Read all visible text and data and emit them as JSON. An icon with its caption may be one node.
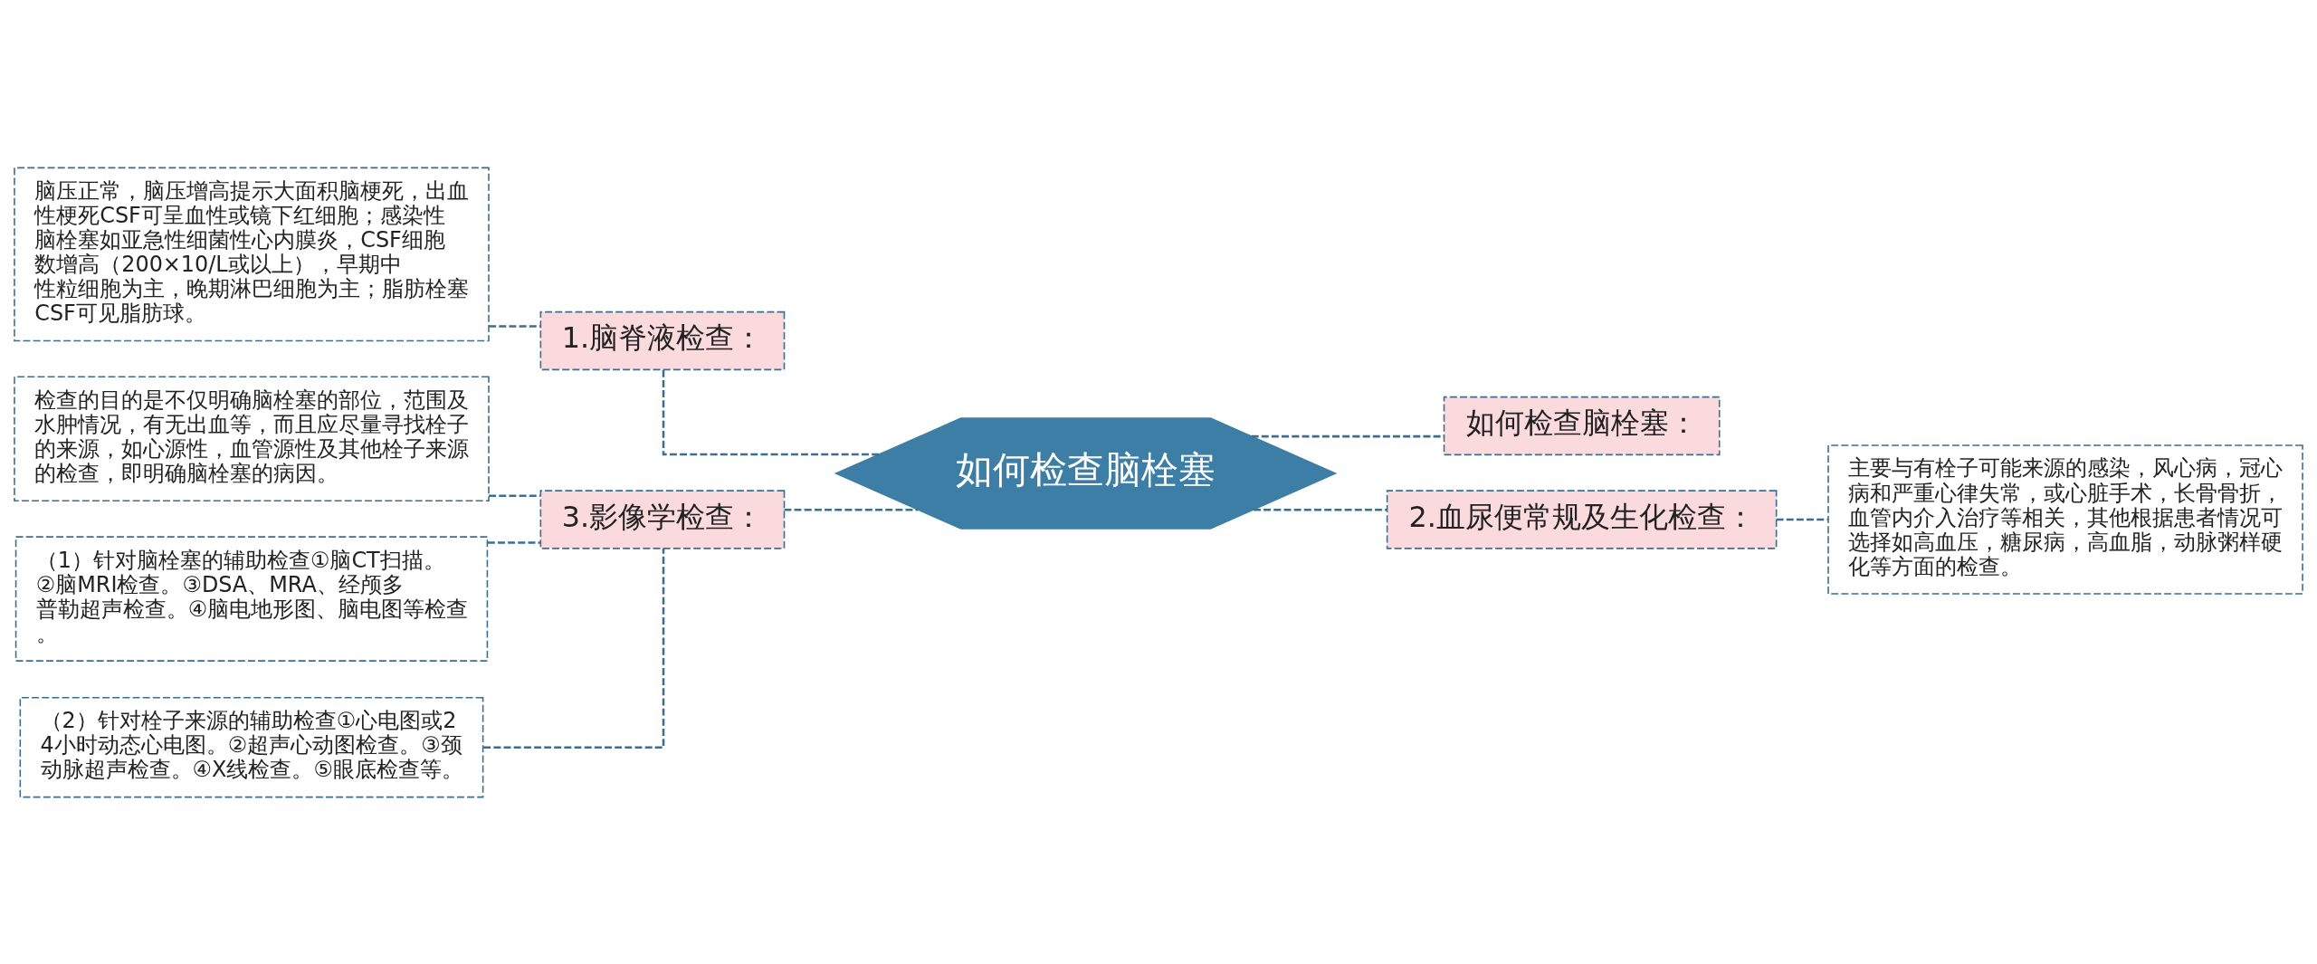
{
  "diagram": {
    "nodes": [
      {
        "text": [
          "如何检查脑栓塞"
        ]
      },
      {
        "text": [
          "1.脑脊液检查："
        ]
      },
      {
        "text": [
          "脑压正常，脑压增高提示大面积脑梗死，出血性梗死CSF可呈血性或镜下红细胞；感染性脑栓塞如亚急性细菌性心内膜炎，CSF细胞数增高（200×10/L或以上），早期中性粒细胞为主，晚期淋巴细胞为主；脂肪栓塞CSF可见脂肪球。"
        ]
      },
      {
        "text": [
          "3.影像学检查："
        ]
      },
      {
        "text": [
          "检查的目的是不仅明确脑栓塞的部位，范围及水肿情况，有无出血等，而且应尽量寻找栓子的来源，如心源性，血管源性及其他栓子来源的检查，即明确脑栓塞的病因。"
        ]
      },
      {
        "text": [
          "（1）针对脑栓塞的辅助检查①脑CT扫描。②脑MRI检查。③DSA、MRA、经颅多普勒超声检查。④脑电地形图、脑电图等检查。"
        ]
      },
      {
        "text": [
          "（2）针对栓子来源的辅助检查①心电图或24小时动态心电图。②超声心动图检查。③颈动脉超声检查。④X线检查。⑤眼底检查等。"
        ]
      },
      {
        "text": [
          "如何检查脑栓塞："
        ]
      },
      {
        "text": [
          "2.血尿便常规及生化检查："
        ]
      },
      {
        "text": [
          "主要与有栓子可能来源的感染，风心病，冠心病和严重心律失常，或心脏手术，长骨骨折，血管内介入治疗等相关，其他根据患者情况可选择如高血压，糖尿病，高血脂，动脉粥样硬化等方面的检查。"
        ]
      }
    ],
    "edges": [
      {
        "from": 2,
        "to": 1,
        "arrow": "none"
      },
      {
        "from": 1,
        "to": 0,
        "arrow": "none"
      },
      {
        "from": 4,
        "to": 3,
        "arrow": "none"
      },
      {
        "from": 5,
        "to": 3,
        "arrow": "none"
      },
      {
        "from": 6,
        "to": 3,
        "arrow": "none"
      },
      {
        "from": 3,
        "to": 0,
        "arrow": "none"
      },
      {
        "from": 0,
        "to": 7,
        "arrow": "none"
      },
      {
        "from": 0,
        "to": 8,
        "arrow": "none"
      },
      {
        "from": 8,
        "to": 9,
        "arrow": "none"
      }
    ]
  }
}
